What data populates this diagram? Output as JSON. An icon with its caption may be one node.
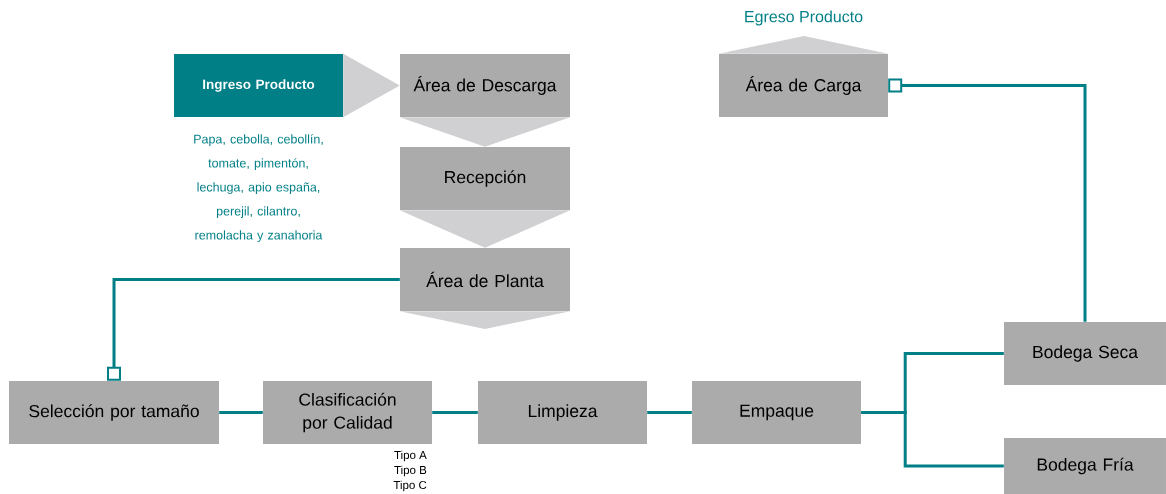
{
  "diagram": {
    "nodes": [
      {
        "text": [
          "Ingreso Producto"
        ],
        "beside": [
          "Papa, cebolla, cebollín, tomate, pimentón, lechuga, apio españa, perejil, cilantro, remolacha y zanahoria"
        ]
      },
      {
        "text": [
          "Área de Descarga"
        ]
      },
      {
        "text": [
          "Recepción"
        ]
      },
      {
        "text": [
          "Área de Planta"
        ]
      },
      {
        "text": [
          "Área de Carga"
        ],
        "beside": [
          "Egreso Producto"
        ]
      },
      {
        "text": [
          "Selección por tamaño"
        ]
      },
      {
        "text": [
          "Clasificación por Calidad"
        ],
        "beside": [
          "Tipo A",
          "Tipo B",
          "Tipo C"
        ]
      },
      {
        "text": [
          "Limpieza"
        ]
      },
      {
        "text": [
          "Empaque"
        ]
      },
      {
        "text": [
          "Bodega Seca"
        ]
      },
      {
        "text": [
          "Bodega Fría"
        ]
      }
    ],
    "edges": [
      {
        "from": 0,
        "to": 1,
        "arrow": "to",
        "color": "#d0d0d3"
      },
      {
        "from": 1,
        "to": 2,
        "arrow": "to",
        "color": "#d0d0d3"
      },
      {
        "from": 2,
        "to": 3,
        "arrow": "to",
        "color": "#d0d0d3"
      },
      {
        "from": 3,
        "to": null,
        "arrow": "to",
        "color": "#d0d0d3"
      },
      {
        "from": 4,
        "to": null,
        "arrow": "to",
        "color": "#d0d0d3"
      },
      {
        "from": 3,
        "to": 5,
        "arrow": "other"
      },
      {
        "from": 5,
        "to": 6,
        "arrow": "none"
      },
      {
        "from": 6,
        "to": 7,
        "arrow": "none"
      },
      {
        "from": 7,
        "to": 8,
        "arrow": "none"
      },
      {
        "from": 8,
        "to": 9,
        "arrow": "none"
      },
      {
        "from": 8,
        "to": 10,
        "arrow": "none"
      },
      {
        "from": 9,
        "to": 4,
        "arrow": "other"
      }
    ]
  }
}
